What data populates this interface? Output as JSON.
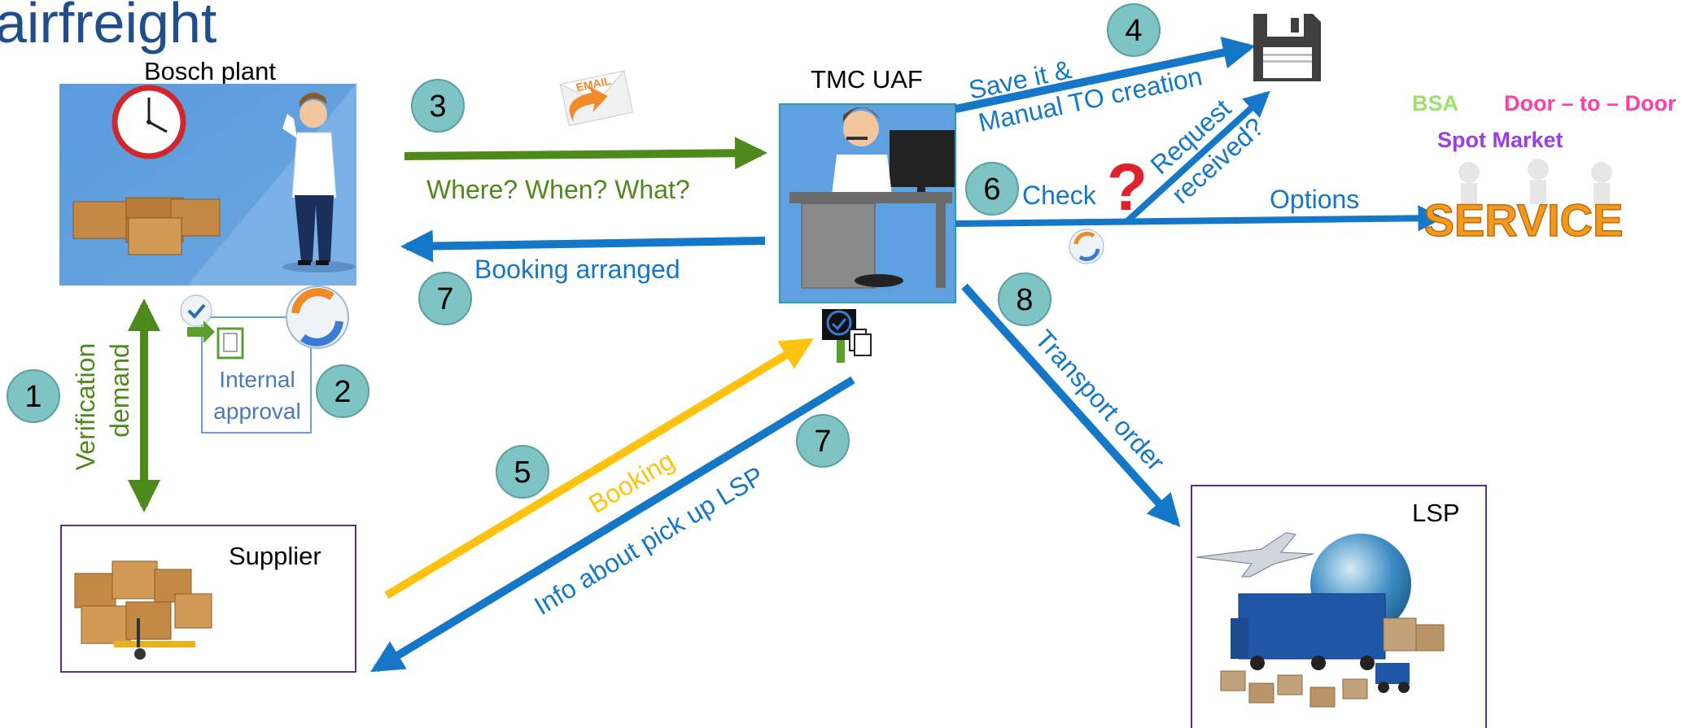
{
  "title": "airfreight",
  "nodes": {
    "plant": "Bosch plant",
    "tmc": "TMC UAF",
    "supplier": "Supplier",
    "lsp": "LSP",
    "internal_approval_line1": "Internal",
    "internal_approval_line2": "approval"
  },
  "steps": [
    "1",
    "2",
    "3",
    "4",
    "5",
    "6",
    "7",
    "7",
    "8"
  ],
  "labels": {
    "verification": "Verification",
    "demand": "demand",
    "where_when_what": "Where? When? What?",
    "booking_arranged": "Booking arranged",
    "save_it": "Save it &",
    "manual_to": "Manual TO creation",
    "check": "Check",
    "request": "Request",
    "received": "received?",
    "options": "Options",
    "booking": "Booking",
    "info_pickup": "Info about pick up LSP",
    "transport_order": "Transport order",
    "email": "EMAIL",
    "service": "SERVICE"
  },
  "service_options": {
    "bsa": "BSA",
    "door_to_door": "Door – to – Door",
    "spot_market": "Spot Market"
  },
  "colors": {
    "title": "#1f4e8c",
    "green": "#4e8a1b",
    "blue": "#1477c8",
    "yellow": "#ffc20e",
    "teal_circle": "#7fc4c4",
    "bsa": "#99e36a",
    "door": "#ff3fa8",
    "spot": "#9a3fe8",
    "plant_bg": "#5e9ede",
    "box_border": "#5a2e8c"
  },
  "icons": [
    "clock-icon",
    "email-icon",
    "floppy-disk-icon",
    "question-mark-icon",
    "cycle-icon",
    "checklist-icon"
  ]
}
